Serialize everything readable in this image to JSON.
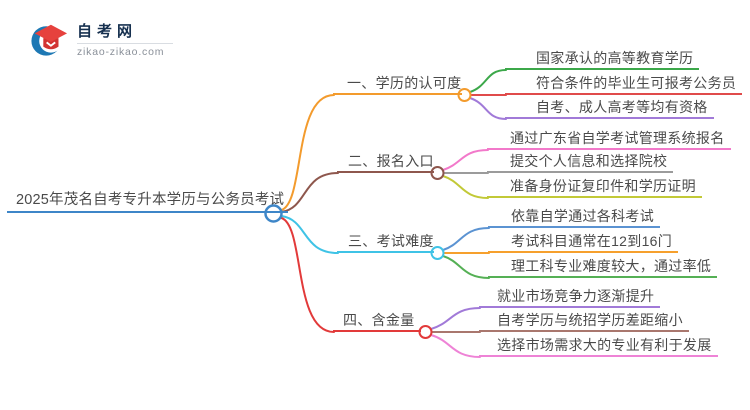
{
  "logo": {
    "site_name": "自考网",
    "site_domain": "zikao-zikao.com",
    "icon_blue": "#1d78b4",
    "icon_red": "#e6413d",
    "icon_red_dark": "#d23433",
    "name_color": "#16304f"
  },
  "root": {
    "label": "2025年茂名自考专升本学历与公务员考试",
    "color": "#3e86c8"
  },
  "branches": [
    {
      "label": "一、学历的认可度",
      "color": "#f39b2d",
      "children": [
        {
          "label": "国家承认的高等教育学历",
          "color": "#3ca84a"
        },
        {
          "label": "符合条件的毕业生可报考公务员",
          "color": "#e04b4b"
        },
        {
          "label": "自考、成人高考等均有资格",
          "color": "#a17ad8"
        }
      ]
    },
    {
      "label": "二、报名入口",
      "color": "#8e574d",
      "children": [
        {
          "label": "通过广东省自学考试管理系统报名",
          "color": "#f279ca"
        },
        {
          "label": "提交个人信息和选择院校",
          "color": "#9b9b9b"
        },
        {
          "label": "准备身份证复印件和学历证明",
          "color": "#c2c937"
        }
      ]
    },
    {
      "label": "三、考试难度",
      "color": "#3fc3e6",
      "children": [
        {
          "label": "依靠自学通过各科考试",
          "color": "#5b93d2"
        },
        {
          "label": "考试科目通常在12到16门",
          "color": "#f6a02d"
        },
        {
          "label": "理工科专业难度较大，通过率低",
          "color": "#55b055"
        }
      ]
    },
    {
      "label": "四、含金量",
      "color": "#e23a3a",
      "children": [
        {
          "label": "就业市场竞争力逐渐提升",
          "color": "#a17ad8"
        },
        {
          "label": "自考学历与统招学历差距缩小",
          "color": "#a9776e"
        },
        {
          "label": "选择市场需求大的专业有利于发展",
          "color": "#ee83d6"
        }
      ]
    }
  ]
}
